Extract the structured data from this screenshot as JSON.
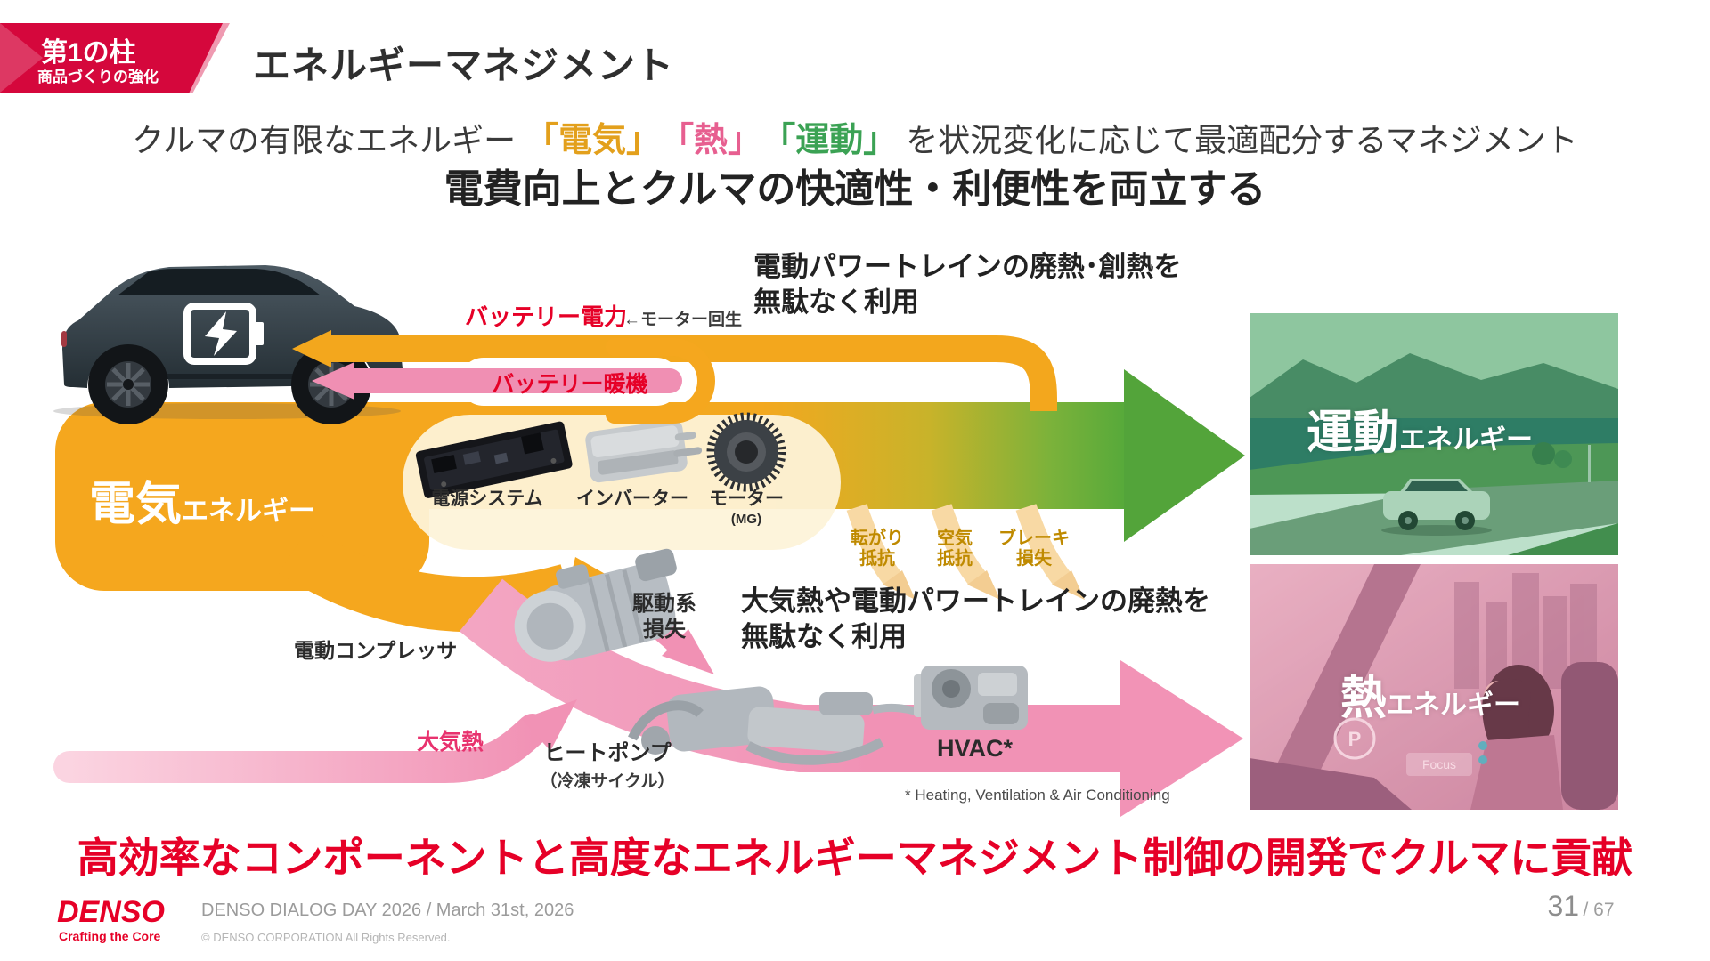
{
  "slide": {
    "badge": {
      "title": "第1の柱",
      "subtitle": "商品づくりの強化"
    },
    "title": "エネルギーマネジメント",
    "intro_pre": "クルマの有限なエネルギー ",
    "intro_terms": [
      {
        "text": "「電気」"
      },
      {
        "text": "「熱」"
      },
      {
        "text": "「運動」"
      }
    ],
    "intro_post": " を状況変化に応じて最適配分するマネジメント",
    "headline": "電費向上とクルマの快適性・利便性を両立する",
    "conclusion": "高効率なコンポーネントと高度なエネルギーマネジメント制御の開発でクルマに貢献"
  },
  "diagram": {
    "electric_energy": {
      "main": "電気",
      "sub": "エネルギー"
    },
    "kinetic_energy": {
      "main": "運動",
      "sub": "エネルギー"
    },
    "thermal_energy": {
      "main": "熱",
      "sub": "エネルギー"
    },
    "battery_power": "バッテリー電力",
    "motor_regen": "←モーター回生",
    "battery_warm": "バッテリー暖機",
    "top_note_line1": "電動パワートレインの廃熱･創熱を",
    "top_note_line2": "無駄なく利用",
    "mid_note_line1": "大気熱や電動パワートレインの廃熱を",
    "mid_note_line2": "無駄なく利用",
    "components": [
      {
        "name": "電源システム"
      },
      {
        "name": "インバーター"
      },
      {
        "name": "モーター",
        "sub": "(MG)"
      }
    ],
    "losses": [
      {
        "line1": "転がり",
        "line2": "抵抗"
      },
      {
        "line1": "空気",
        "line2": "抵抗"
      },
      {
        "line1": "ブレーキ",
        "line2": "損失"
      }
    ],
    "drive_loss_line1": "駆動系",
    "drive_loss_line2": "損失",
    "compressor": "電動コンプレッサ",
    "heat_pump": "ヒートポンプ",
    "heat_pump_sub": "（冷凍サイクル）",
    "atmospheric_heat": "大気熱",
    "hvac": "HVAC*",
    "hvac_footnote": "* Heating, Ventilation & Air Conditioning",
    "hud_p": "P",
    "hud_focus": "Focus"
  },
  "footer": {
    "logo": "DENSO",
    "logo_tagline": "Crafting the Core",
    "event": "DENSO DIALOG DAY 2026 / March 31st, 2026",
    "copyright": "© DENSO CORPORATION All Rights Reserved.",
    "page_current": "31",
    "page_total": "/ 67"
  },
  "colors": {
    "denso_red": "#e60027",
    "badge_red": "#d5073c",
    "electric_orange": "#f5a71e",
    "kinetic_green": "#4ba53a",
    "thermal_pink": "#f192b5",
    "term_electric": "#e3a01c",
    "term_heat": "#e75f90",
    "term_kinetic": "#3ba254",
    "loss_label": "#bf8a00"
  }
}
